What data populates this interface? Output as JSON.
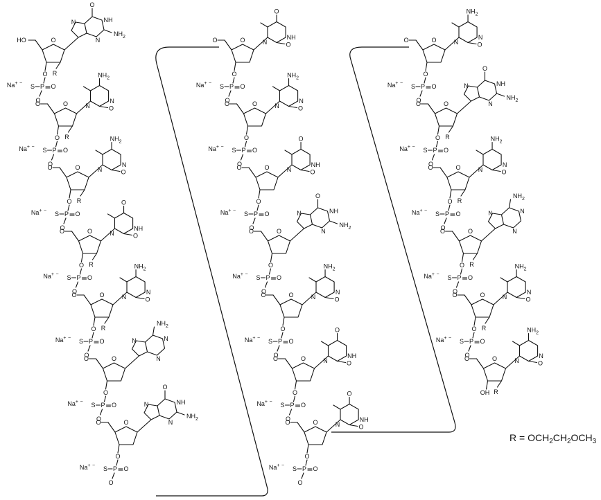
{
  "labels": {
    "counter_ion": "Na",
    "counter_charge": "+",
    "thio_charge": "−",
    "sulfur": "S",
    "phosphorus": "P",
    "oxygen": "O",
    "amine": "NH",
    "amino": "NH",
    "amino_sub": "2",
    "nitrogen": "N",
    "substituent": "R",
    "terminal_5": "HO",
    "terminal_3": "OH"
  },
  "legend": {
    "lhs": "R = OCH",
    "sub": "2",
    "mid": "CH",
    "end": "OCH",
    "end_sub": "3"
  },
  "strands": [
    {
      "nucleosides": [
        {
          "base": "G",
          "sugar": "2'-O-R"
        },
        {
          "base": "5-Me-C",
          "sugar": "2'-O-R"
        },
        {
          "base": "5-Me-C",
          "sugar": "2'-O-R"
        },
        {
          "base": "T",
          "sugar": "2'-O-R"
        },
        {
          "base": "5-Me-C",
          "sugar": "2'-O-R"
        },
        {
          "base": "A",
          "sugar": "2'-H"
        },
        {
          "base": "G",
          "sugar": "2'-H"
        }
      ]
    },
    {
      "nucleosides": [
        {
          "base": "T",
          "sugar": "2'-H"
        },
        {
          "base": "5-Me-C",
          "sugar": "2'-H"
        },
        {
          "base": "T",
          "sugar": "2'-H"
        },
        {
          "base": "G",
          "sugar": "2'-H"
        },
        {
          "base": "5-Me-C",
          "sugar": "2'-H"
        },
        {
          "base": "T",
          "sugar": "2'-H"
        },
        {
          "base": "T",
          "sugar": "2'-H"
        }
      ]
    },
    {
      "nucleosides": [
        {
          "base": "5-Me-C",
          "sugar": "2'-H"
        },
        {
          "base": "G",
          "sugar": "2'-O-R"
        },
        {
          "base": "5-Me-C",
          "sugar": "2'-O-R"
        },
        {
          "base": "A",
          "sugar": "2'-O-R"
        },
        {
          "base": "5-Me-C",
          "sugar": "2'-O-R"
        },
        {
          "base": "5-Me-C",
          "sugar": "2'-O-R"
        }
      ]
    }
  ]
}
